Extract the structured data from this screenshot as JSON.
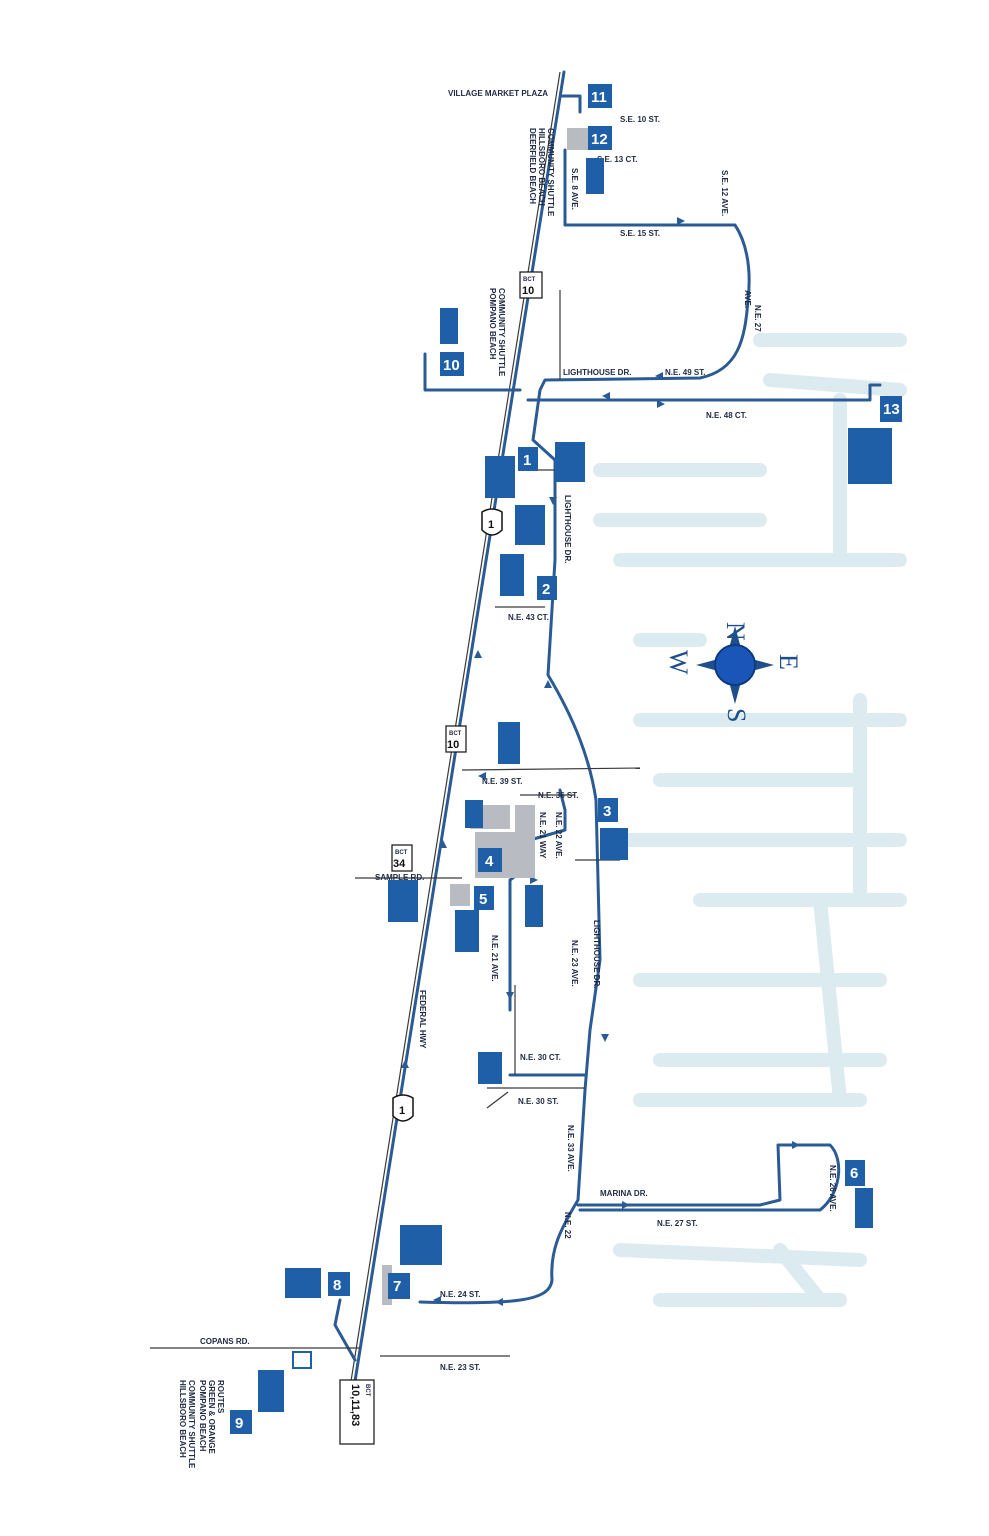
{
  "colors": {
    "route": "#2a5b94",
    "stop": "#1f5fa8",
    "background": "#ffffff",
    "ghost_streets": "#d9e9ef"
  },
  "compass": {
    "n": "N",
    "s": "S",
    "e": "E",
    "w": "W"
  },
  "places": {
    "village_market_plaza": "VILLAGE MARKET PLAZA",
    "federal_hwy": "FEDERAL HWY"
  },
  "streets": {
    "se_10_st": "S.E. 10 ST.",
    "se_13_ct": "S.E. 13 CT.",
    "se_8_ave": "S.E. 8 AVE.",
    "se_15_st": "S.E. 15 ST.",
    "se_12_ave": "S.E. 12 AVE.",
    "ne_27_ave": "N.E. 27",
    "ne_27_ave2": "AVE.",
    "ne_49_st": "N.E. 49 ST.",
    "lighthouse_dr_top": "LIGHTHOUSE DR.",
    "ne_48_ct": "N.E. 48 CT.",
    "lighthouse_dr_mid": "LIGHTHOUSE DR.",
    "ne_43_ct": "N.E. 43 CT.",
    "ne_39_st": "N.E. 39 ST.",
    "ne_36_st": "N.E. 36 ST.",
    "ne_21_way": "N.E. 21 WAY",
    "ne_22_ave": "N.E. 22 AVE.",
    "sample_rd": "SAMPLE RD.",
    "ne_21_ave": "N.E. 21 AVE.",
    "ne_23_ave": "N.E. 23 AVE.",
    "lighthouse_dr_low": "LIGHTHOUSE DR.",
    "ne_30_ct": "N.E. 30 CT.",
    "ne_30_st": "N.E. 30 ST.",
    "ne_33_ave": "N.E. 33 AVE.",
    "marina_dr": "MARINA DR.",
    "ne_27_st": "N.E. 27 ST.",
    "ne_26_ave": "N.E. 26 AVE.",
    "ne_24_st": "N.E. 24 ST.",
    "copans_rd": "COPANS RD.",
    "ne_23_st": "N.E. 23 ST.",
    "ne_22_ave_s": "N.E. 22"
  },
  "routes": {
    "deerfield": [
      "DEERFIELD BEACH",
      "HILLSBORO BEACH",
      "COMMUNITY SHUTTLE"
    ],
    "pompano_top": [
      "POMPANO BEACH",
      "COMMUNITY SHUTTLE"
    ],
    "pompano_bottom": [
      "POMPANO BEACH",
      "GREEN & ORANGE",
      "ROUTES"
    ],
    "hillsboro_bottom": [
      "HILLSBORO BEACH",
      "COMMUNITY SHUTTLE"
    ]
  },
  "shields": {
    "us1_top": "1",
    "us1_bottom": "1",
    "bct_top_label": "BCT",
    "bct_top_num": "10",
    "bct_mid_num": "10",
    "bct_34_num": "34",
    "bct_bottom_num": "10,11,83",
    "bct_label": "BCT"
  },
  "stops": [
    {
      "num": "1"
    },
    {
      "num": "2"
    },
    {
      "num": "3"
    },
    {
      "num": "4"
    },
    {
      "num": "5"
    },
    {
      "num": "6"
    },
    {
      "num": "7"
    },
    {
      "num": "8"
    },
    {
      "num": "9"
    },
    {
      "num": "10"
    },
    {
      "num": "11"
    },
    {
      "num": "12"
    },
    {
      "num": "13"
    }
  ]
}
